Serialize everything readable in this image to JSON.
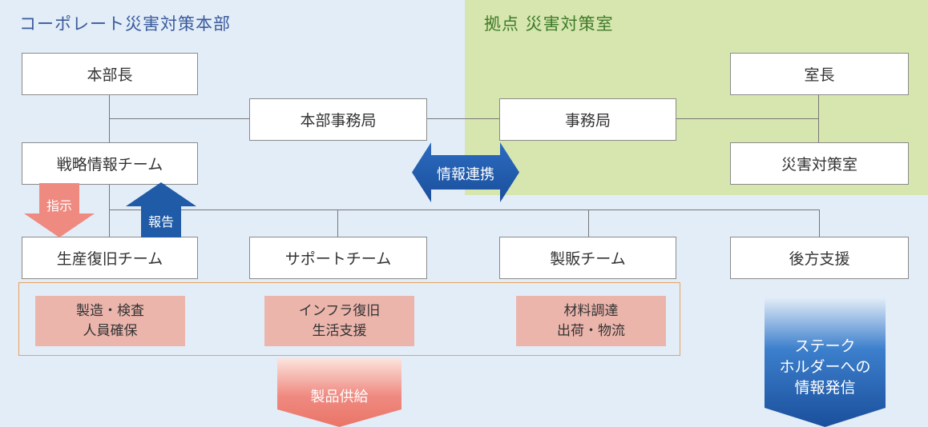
{
  "titles": {
    "corporate": "コーポレート災害対策本部",
    "site": "拠点 災害対策室"
  },
  "corporate": {
    "head": "本部長",
    "office": "本部事務局",
    "strategy_team": "戦略情報チーム",
    "teams": [
      "生産復旧チーム",
      "サポートチーム",
      "製販チーム",
      "後方支援"
    ]
  },
  "site": {
    "chief": "室長",
    "office": "事務局",
    "room": "災害対策室"
  },
  "arrows": {
    "instruction": "指示",
    "report": "報告",
    "info_link": "情報連携",
    "product_supply": "製品供給",
    "stakeholder": [
      "ステーク",
      "ホルダーへの",
      "情報発信"
    ]
  },
  "activities": [
    {
      "line1": "製造・検査",
      "line2": "人員確保"
    },
    {
      "line1": "インフラ復旧",
      "line2": "生活支援"
    },
    {
      "line1": "材料調達",
      "line2": "出荷・物流"
    }
  ],
  "colors": {
    "corporate_bg": "#e3edf8",
    "site_bg": "#d6e6ae",
    "instruction_arrow": "#ef8a80",
    "report_arrow": "#1f5ba6",
    "activity_fill": "#ebb5ac",
    "group_border": "#e8a25a"
  }
}
